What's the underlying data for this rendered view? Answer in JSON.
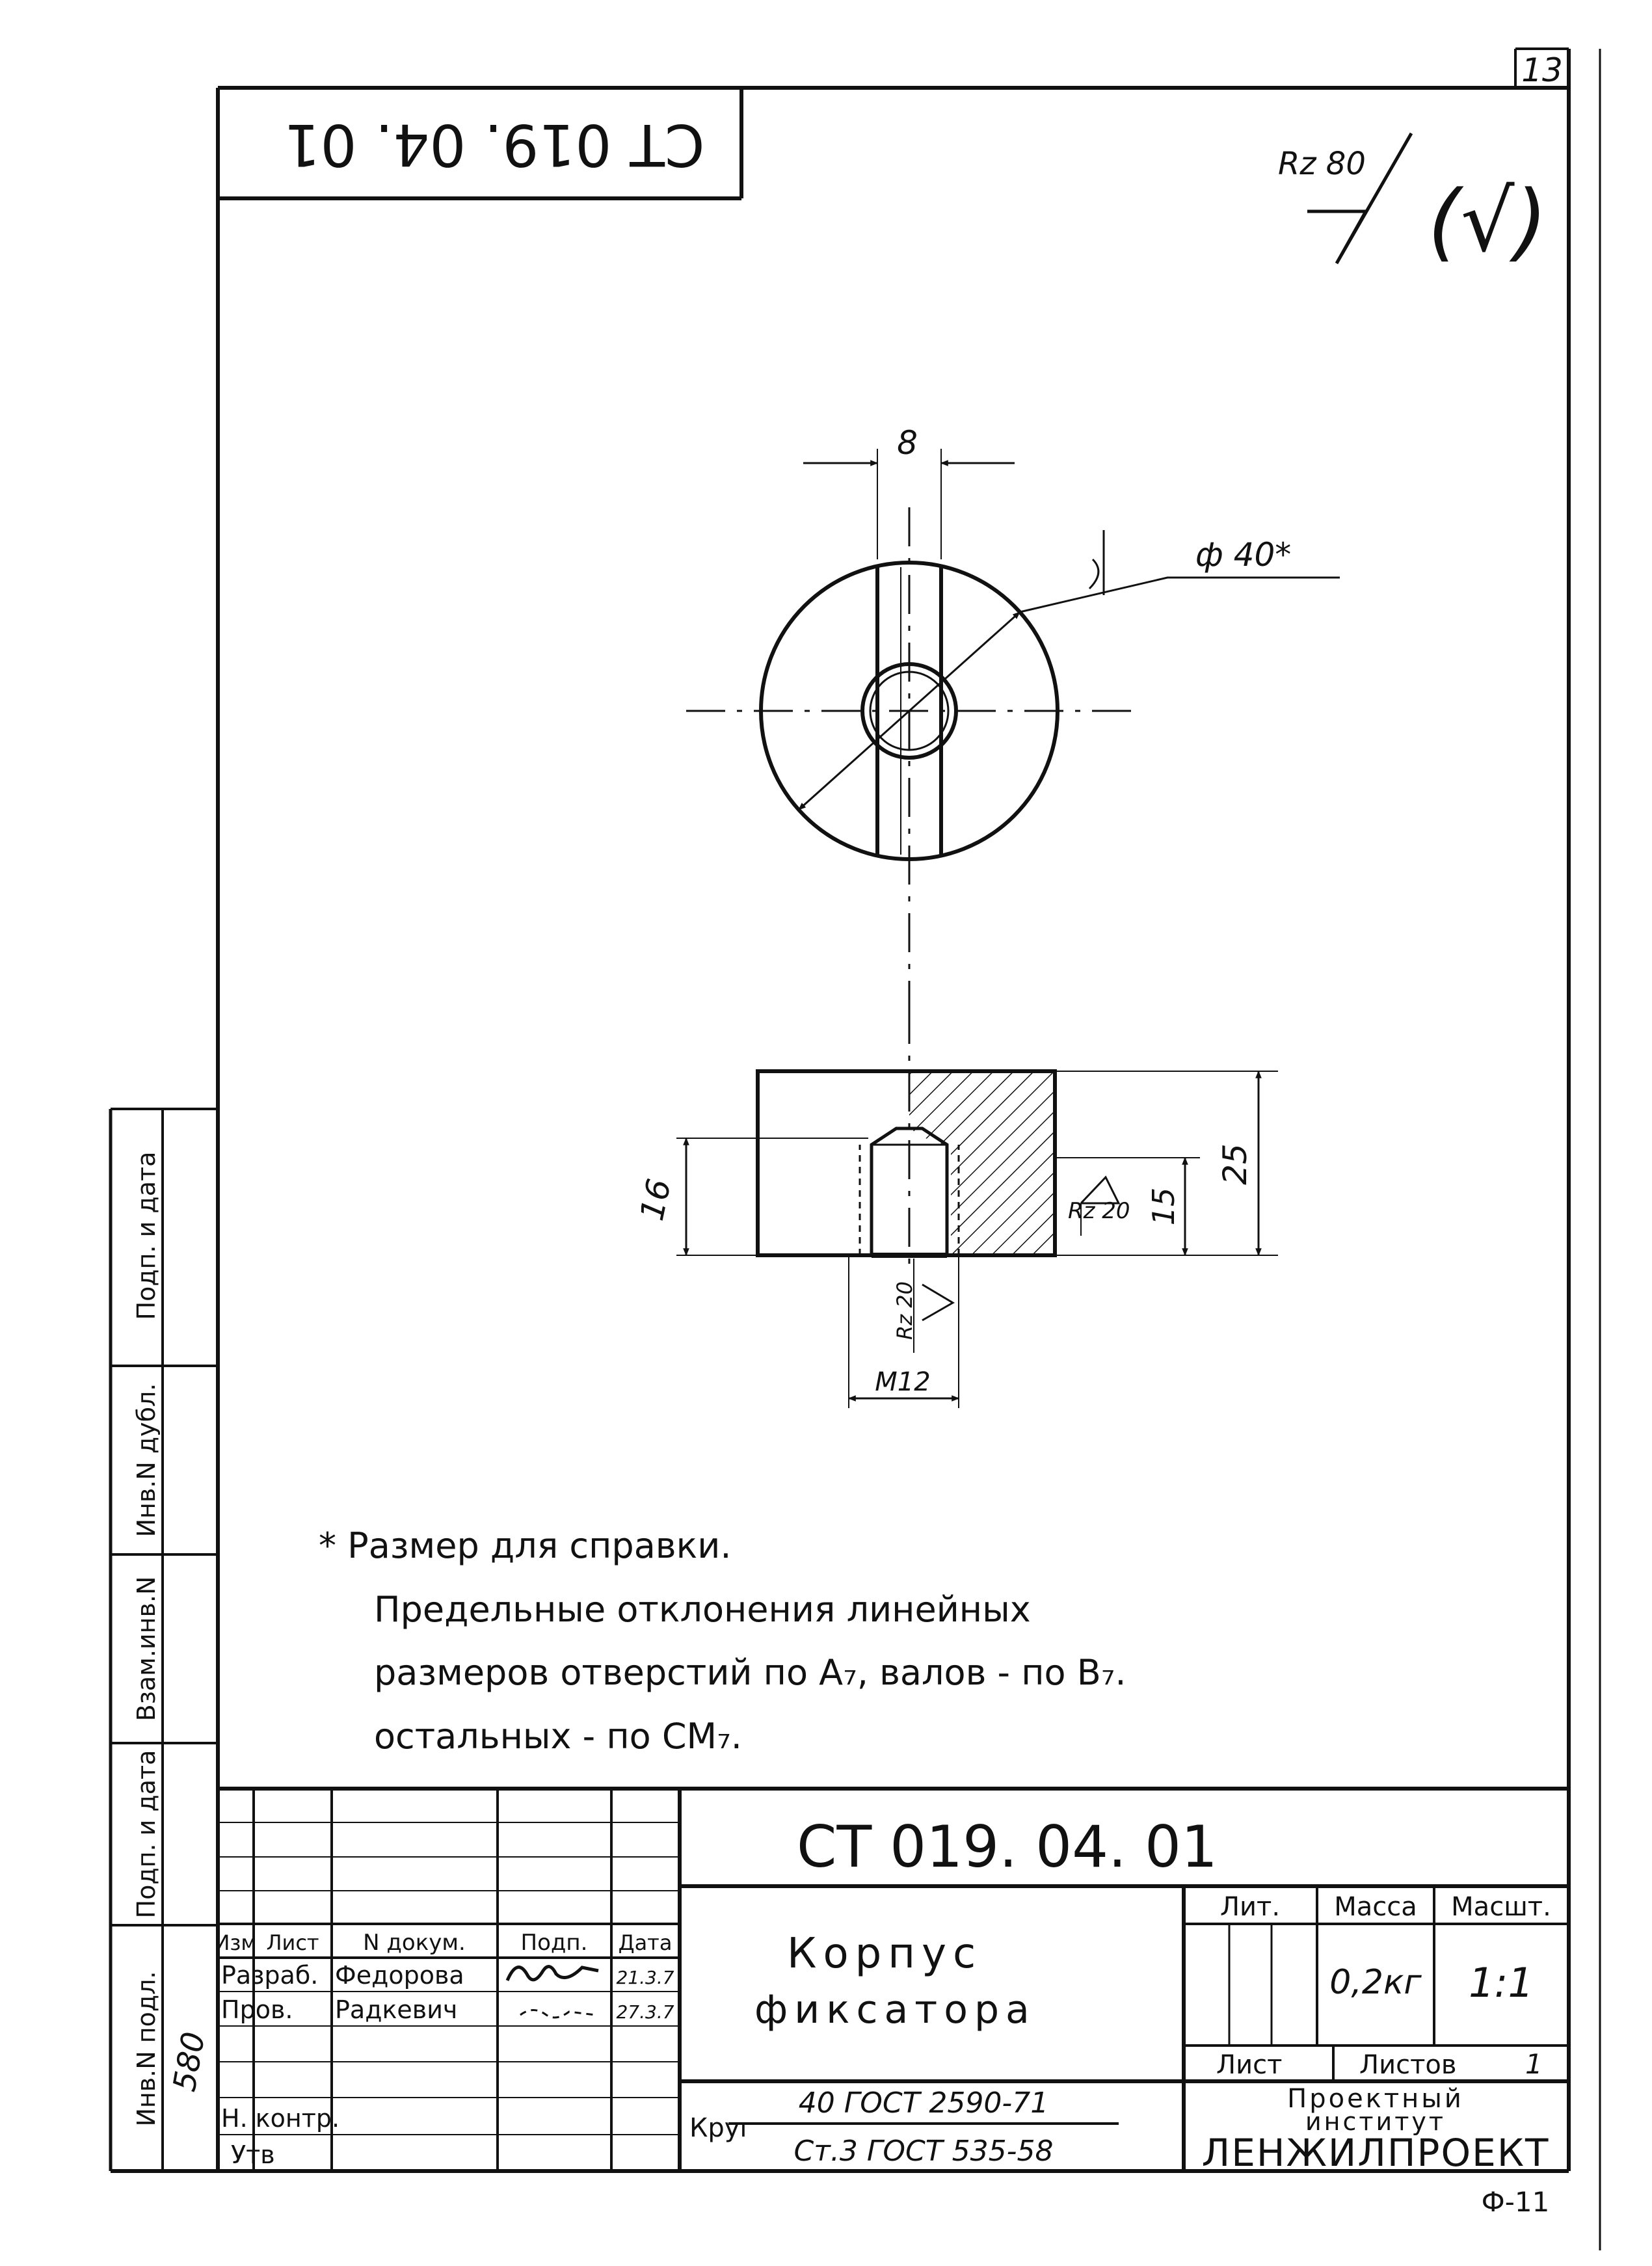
{
  "sheet_number": "13",
  "top_stamp": "СТ 019. 04. 01",
  "roughness": {
    "general": "Rz 80",
    "general_mark": "(√)",
    "bore": "Rz 20",
    "thread": "Rz 20"
  },
  "dimensions": {
    "slot_width": "8",
    "outer_diameter": "ф 40*",
    "bore_depth": "16",
    "thread_depth": "15",
    "height": "25",
    "thread": "М12"
  },
  "notes": [
    "* Размер для справки.",
    "Предельные отклонения линейных",
    "размеров отверстий по А₇, валов - по В₇.",
    "остальных - по СМ₇."
  ],
  "side_stamp": {
    "cells": [
      "Инв.N подл.",
      "Подп. и дата",
      "Взам.инв.N",
      "Инв.N дубл.",
      "Подп. и дата"
    ],
    "handwritten_number": "580"
  },
  "title_block": {
    "designation": "СТ 019. 04. 01",
    "part_name_line1": "Корпус",
    "part_name_line2": "фиксатора",
    "headers": {
      "izm": "Изм",
      "list": "Лист",
      "ndokum": "N докум.",
      "podp": "Подп.",
      "data": "Дата"
    },
    "rows": [
      {
        "role": "Разраб.",
        "name": "Федорова",
        "date": "21.3.7"
      },
      {
        "role": "Пров.",
        "name": "Радкевич",
        "date": "27.3.7"
      },
      {
        "role": "Н. контр.",
        "name": "",
        "date": ""
      },
      {
        "role": "Утв",
        "name": "",
        "date": ""
      }
    ],
    "lit_label": "Лит.",
    "mass_label": "Масса",
    "scale_label": "Масшт.",
    "mass_value": "0,2кг",
    "scale_value": "1:1",
    "sheet_label": "Лист",
    "sheets_label": "Листов",
    "sheets_value": "1",
    "material_prefix": "Круг",
    "material_top": "40 ГОСТ 2590-71",
    "material_bottom": "Ст.3 ГОСТ 535-58",
    "org_line1": "Проектный",
    "org_line2": "институт",
    "org_name": "ЛЕНЖИЛПРОЕКТ"
  },
  "form_code": "Ф-11"
}
